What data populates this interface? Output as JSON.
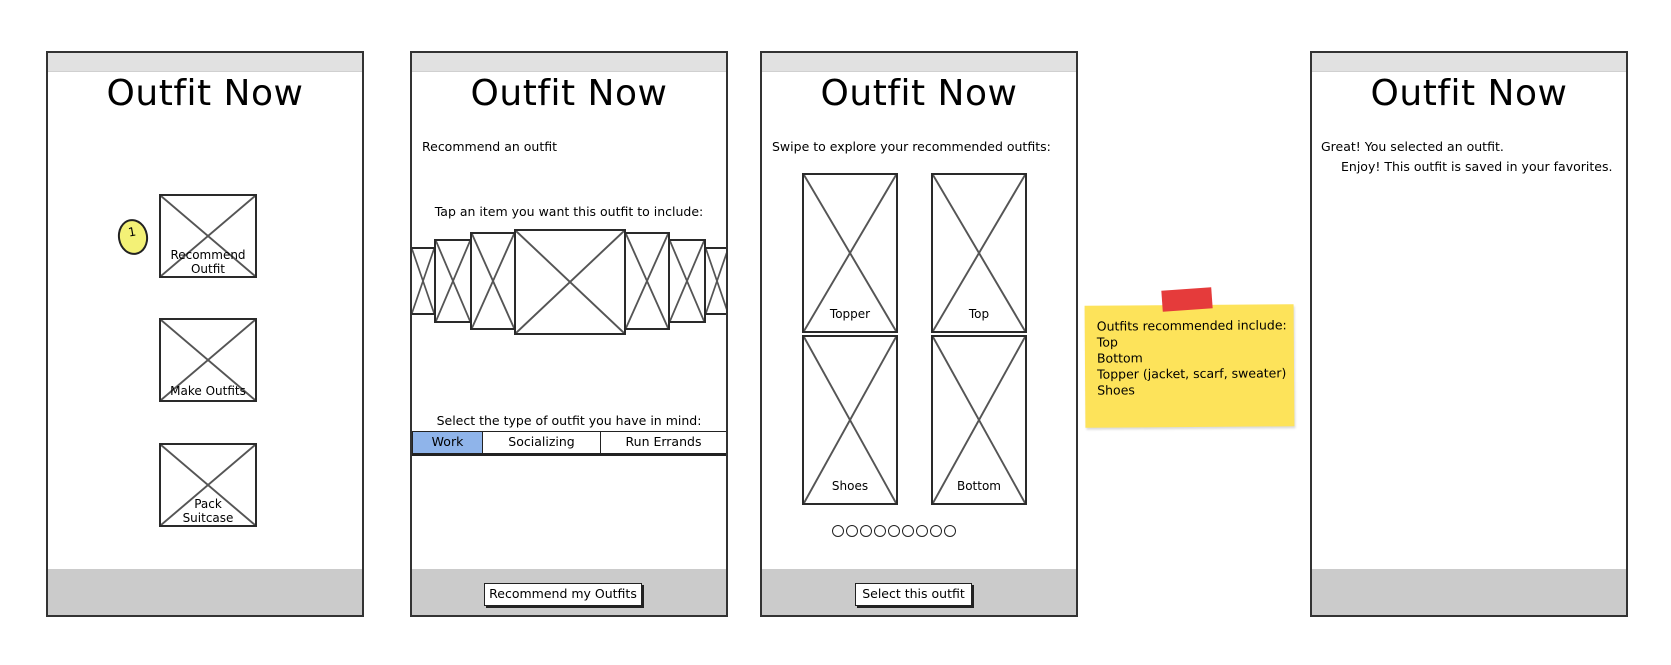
{
  "screens": [
    {
      "title": "Outfit Now",
      "menu": [
        {
          "label": "Recommend\nOutfit"
        },
        {
          "label": "Make Outfits"
        },
        {
          "label": "Pack\nSuitcase"
        }
      ],
      "badge": "1"
    },
    {
      "title": "Outfit Now",
      "heading": "Recommend an outfit",
      "carousel_prompt": "Tap an item you want this outfit to include:",
      "type_prompt": "Select the type of outfit you have in mind:",
      "segments": [
        {
          "label": "Work",
          "selected": true
        },
        {
          "label": "Socializing",
          "selected": false
        },
        {
          "label": "Run Errands",
          "selected": false
        }
      ],
      "button": "Recommend my Outfits"
    },
    {
      "title": "Outfit Now",
      "heading": "Swipe to explore your recommended outfits:",
      "items": [
        "Topper",
        "Top",
        "Shoes",
        "Bottom"
      ],
      "page_dots": 9,
      "button": "Select this outfit"
    },
    {
      "title": "Outfit Now",
      "line1": "Great! You selected an outfit.",
      "line2": "Enjoy!  This outfit is saved in your favorites."
    }
  ],
  "sticky_note": {
    "lines": [
      "Outfits recommended include:",
      "Top",
      "Bottom",
      "Topper (jacket, scarf, sweater)",
      "Shoes"
    ],
    "color": "#fde35a",
    "tape_color": "#e53b3b"
  },
  "colors": {
    "segment_selected": "#8fb4ea",
    "badge": "#f3f176",
    "top_bar": "#e1e1e1",
    "bottom_bar": "#cbcbcb"
  }
}
